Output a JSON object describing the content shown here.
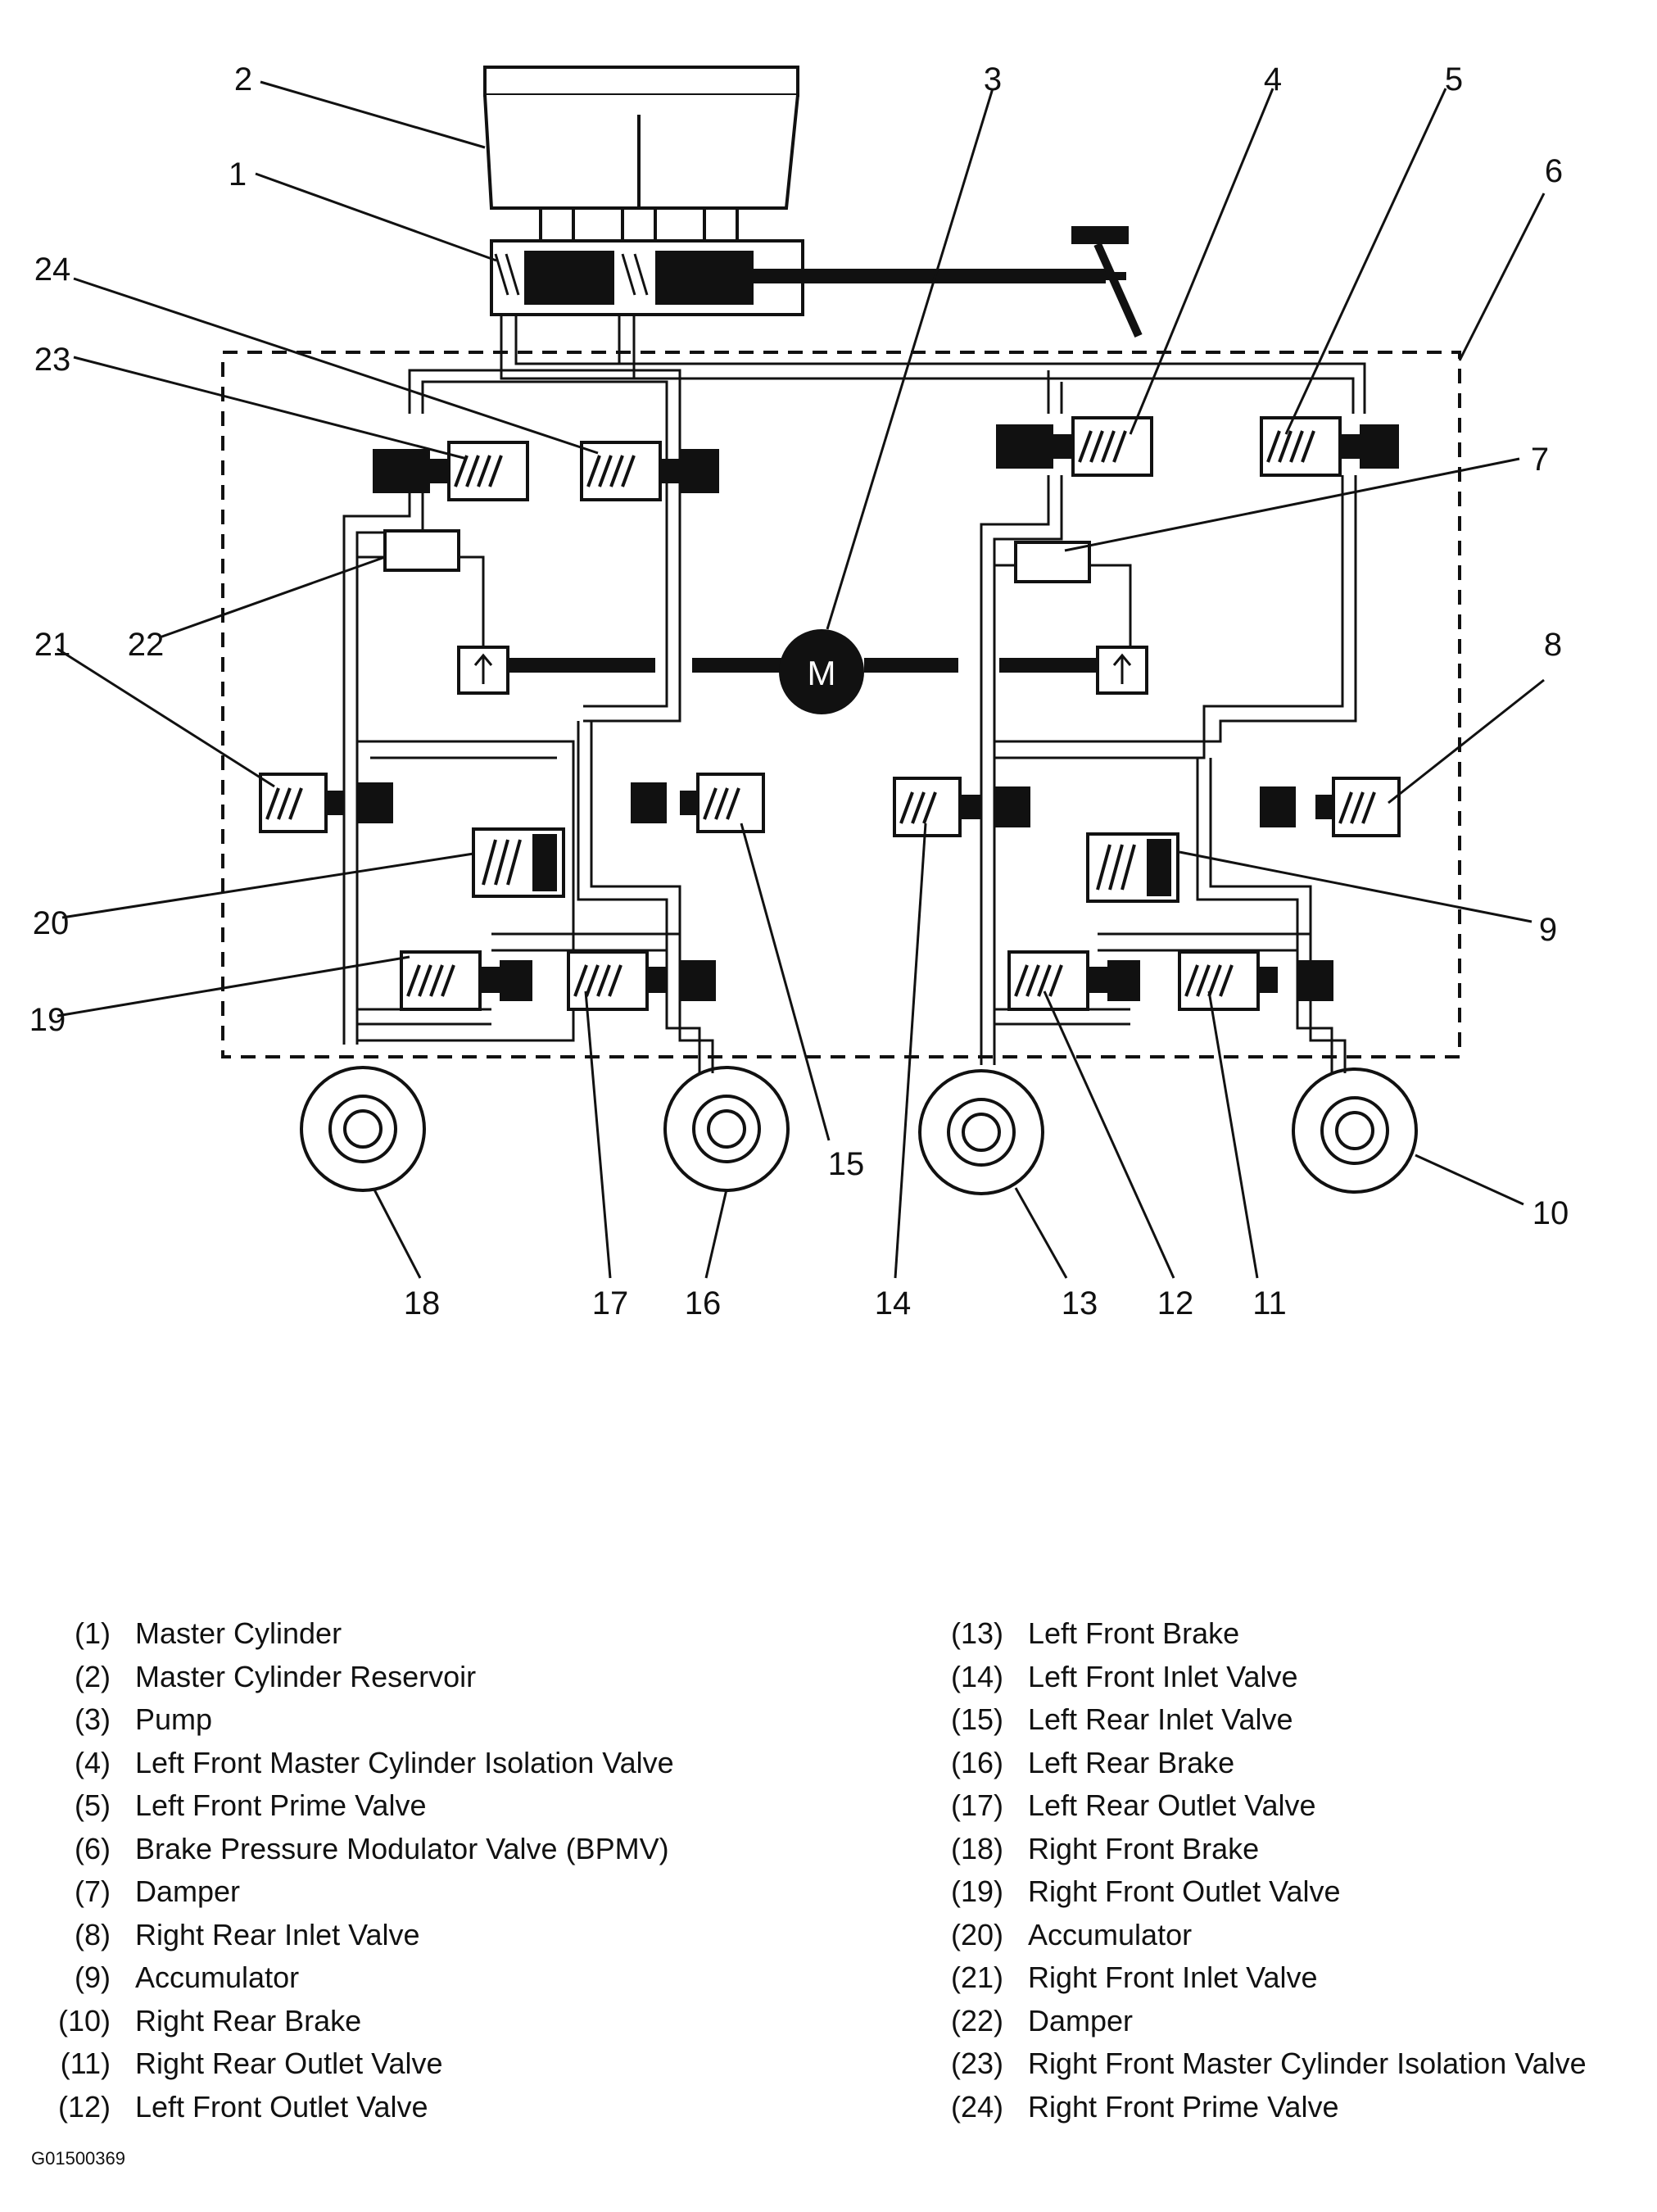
{
  "diagram": {
    "motor_label": "M",
    "callouts": [
      "1",
      "2",
      "3",
      "4",
      "5",
      "6",
      "7",
      "8",
      "9",
      "10",
      "11",
      "12",
      "13",
      "14",
      "15",
      "16",
      "17",
      "18",
      "19",
      "20",
      "21",
      "22",
      "23",
      "24"
    ]
  },
  "legend": {
    "left": [
      {
        "num": "(1)",
        "label": "Master Cylinder"
      },
      {
        "num": "(2)",
        "label": "Master Cylinder Reservoir"
      },
      {
        "num": "(3)",
        "label": "Pump"
      },
      {
        "num": "(4)",
        "label": "Left Front Master Cylinder Isolation Valve"
      },
      {
        "num": "(5)",
        "label": "Left Front Prime Valve"
      },
      {
        "num": "(6)",
        "label": "Brake Pressure Modulator Valve (BPMV)"
      },
      {
        "num": "(7)",
        "label": "Damper"
      },
      {
        "num": "(8)",
        "label": "Right Rear Inlet Valve"
      },
      {
        "num": "(9)",
        "label": "Accumulator"
      },
      {
        "num": "(10)",
        "label": "Right Rear Brake"
      },
      {
        "num": "(11)",
        "label": "Right Rear Outlet Valve"
      },
      {
        "num": "(12)",
        "label": "Left Front Outlet Valve"
      }
    ],
    "right": [
      {
        "num": "(13)",
        "label": "Left Front Brake"
      },
      {
        "num": "(14)",
        "label": "Left Front Inlet Valve"
      },
      {
        "num": "(15)",
        "label": "Left Rear Inlet Valve"
      },
      {
        "num": "(16)",
        "label": "Left Rear Brake"
      },
      {
        "num": "(17)",
        "label": "Left Rear Outlet Valve"
      },
      {
        "num": "(18)",
        "label": "Right Front Brake"
      },
      {
        "num": "(19)",
        "label": "Right Front Outlet Valve"
      },
      {
        "num": "(20)",
        "label": "Accumulator"
      },
      {
        "num": "(21)",
        "label": "Right Front Inlet Valve"
      },
      {
        "num": "(22)",
        "label": "Damper"
      },
      {
        "num": "(23)",
        "label": "Right Front Master Cylinder Isolation Valve"
      },
      {
        "num": "(24)",
        "label": "Right Front Prime Valve"
      }
    ]
  },
  "figure_id": "G01500369"
}
